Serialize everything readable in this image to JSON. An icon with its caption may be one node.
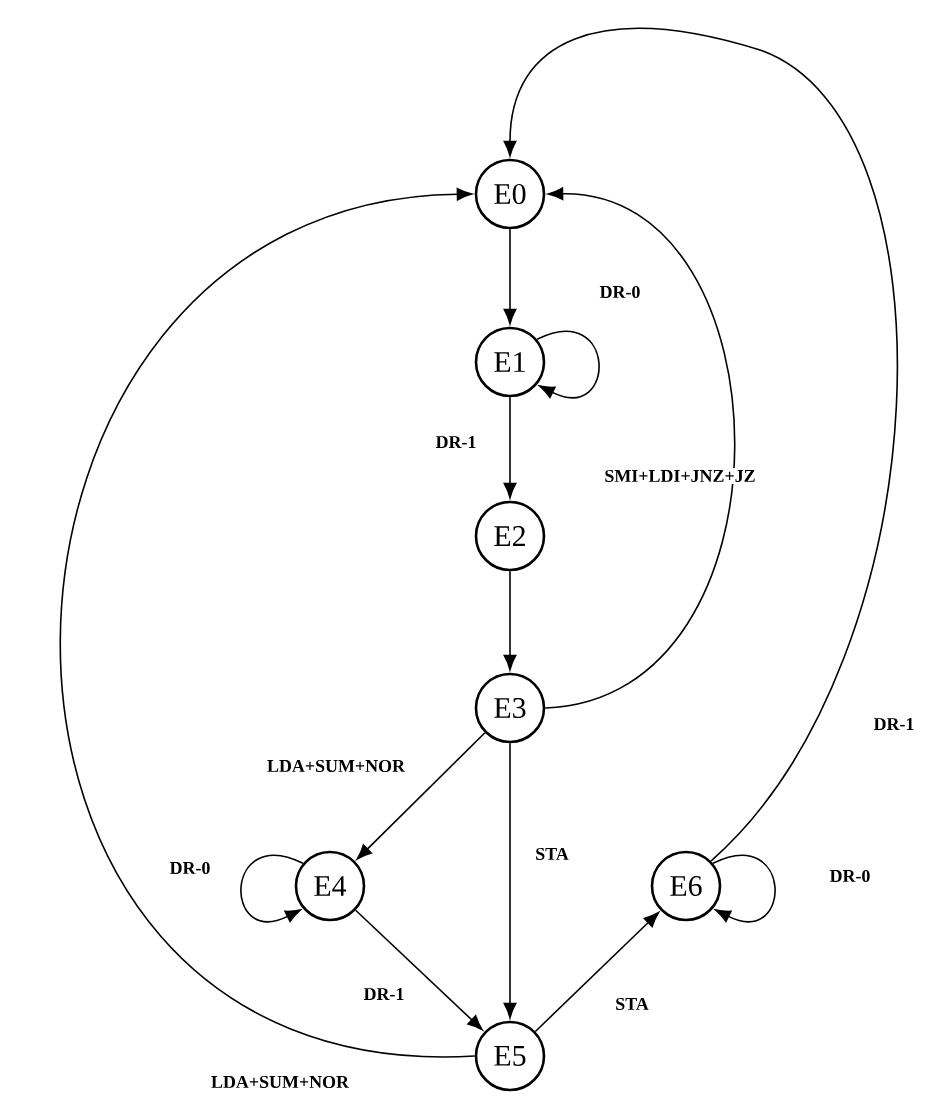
{
  "diagram": {
    "nodes": [
      {
        "text": [
          "E0"
        ]
      },
      {
        "text": [
          "E1"
        ]
      },
      {
        "text": [
          "E2"
        ]
      },
      {
        "text": [
          "E3"
        ]
      },
      {
        "text": [
          "E4"
        ]
      },
      {
        "text": [
          "E5"
        ]
      },
      {
        "text": [
          "E6"
        ]
      }
    ],
    "edges": [
      {
        "from": 0,
        "to": 1,
        "arrow": "to"
      },
      {
        "from": 1,
        "to": 1,
        "arrow": "to",
        "label": "DR-0"
      },
      {
        "from": 1,
        "to": 2,
        "arrow": "to",
        "label": "DR-1"
      },
      {
        "from": 2,
        "to": 3,
        "arrow": "to"
      },
      {
        "from": 3,
        "to": 0,
        "arrow": "to",
        "label": "SMI+LDI+JNZ+JZ"
      },
      {
        "from": 3,
        "to": 4,
        "arrow": "to",
        "label": "LDA+SUM+NOR"
      },
      {
        "from": 3,
        "to": 5,
        "arrow": "to",
        "label": "STA"
      },
      {
        "from": 4,
        "to": 4,
        "arrow": "to",
        "label": "DR-0"
      },
      {
        "from": 4,
        "to": 5,
        "arrow": "to",
        "label": "DR-1"
      },
      {
        "from": 5,
        "to": 6,
        "arrow": "to",
        "label": "STA"
      },
      {
        "from": 6,
        "to": 6,
        "arrow": "to",
        "label": "DR-0"
      },
      {
        "from": 6,
        "to": 0,
        "arrow": "to",
        "label": "DR-1"
      },
      {
        "from": 5,
        "to": 0,
        "arrow": "to",
        "label": "LDA+SUM+NOR"
      }
    ]
  }
}
